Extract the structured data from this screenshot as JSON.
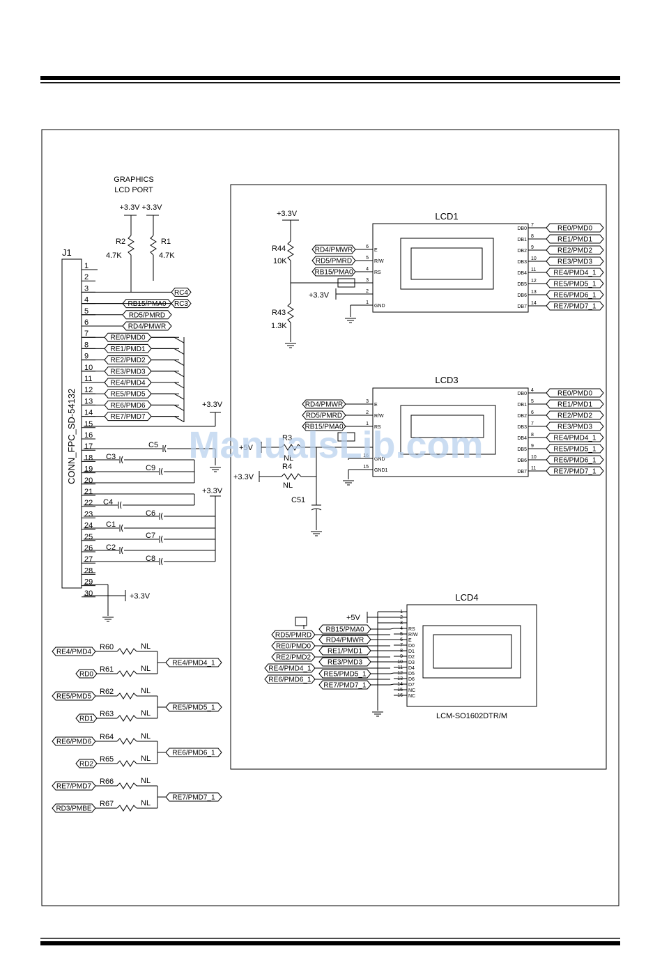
{
  "header": {
    "rule_color": "#000000"
  },
  "watermark": {
    "text": "ManualsLib.com",
    "color": "#b9d1ee"
  },
  "port": {
    "title_line1": "GRAPHICS",
    "title_line2": "LCD PORT"
  },
  "power": {
    "v33": "+3.3V",
    "v5": "+5V"
  },
  "connector": {
    "ref": "J1",
    "part": "CONN_FPC_SD-54132",
    "pins": [
      "1",
      "2",
      "3",
      "4",
      "5",
      "6",
      "7",
      "8",
      "9",
      "10",
      "11",
      "12",
      "13",
      "14",
      "15",
      "16",
      "17",
      "18",
      "19",
      "20",
      "21",
      "22",
      "23",
      "24",
      "25",
      "26",
      "27",
      "28",
      "29",
      "30"
    ]
  },
  "resistors": {
    "r2": "R2",
    "r1": "R1",
    "r2_val": "4.7K",
    "r1_val": "4.7K",
    "r44": "R44",
    "r44_val": "10K",
    "r43": "R43",
    "r43_val": "1.3K",
    "r3": "R3",
    "r3_val": "NL",
    "r4": "R4",
    "r4_val": "NL"
  },
  "capacitors": {
    "c5": "C5",
    "c3": "C3",
    "c9": "C9",
    "c4": "C4",
    "c6": "C6",
    "c1": "C1",
    "c7": "C7",
    "c2": "C2",
    "c8": "C8",
    "c51": "C51"
  },
  "j1_nets": {
    "rc4": "RC4",
    "rc3": "RC3",
    "n4": "RB15/PMA0",
    "n5": "RD5/PMRD",
    "n6": "RD4/PMWR",
    "n7": "RE0/PMD0",
    "n8": "RE1/PMD1",
    "n9": "RE2/PMD2",
    "n10": "RE3/PMD3",
    "n11": "RE4/PMD4",
    "n12": "RE5/PMD5",
    "n13": "RE6/PMD6",
    "n14": "RE7/PMD7"
  },
  "lcd1": {
    "title": "LCD1",
    "left_nets": [
      "RD4/PMWR",
      "RD5/PMRD",
      "RB15/PMA0"
    ],
    "left_pin_nums": [
      "6",
      "5",
      "4",
      "3",
      "2",
      "1"
    ],
    "left_pin_names": [
      "E",
      "R/W",
      "RS",
      "GND"
    ],
    "right_pin_nums": [
      "7",
      "8",
      "9",
      "10",
      "11",
      "12",
      "13",
      "14"
    ],
    "right_pin_names": [
      "DB0",
      "DB1",
      "DB2",
      "DB3",
      "DB4",
      "DB5",
      "DB6",
      "DB7"
    ],
    "right_nets": [
      "RE0/PMD0",
      "RE1/PMD1",
      "RE2/PMD2",
      "RE3/PMD3",
      "RE4/PMD4_1",
      "RE5/PMD5_1",
      "RE6/PMD6_1",
      "RE7/PMD7_1"
    ]
  },
  "lcd3": {
    "title": "LCD3",
    "left_nets": [
      "RD4/PMWR",
      "RD5/PMRD",
      "RB15/PMA0"
    ],
    "left_pin_nums": [
      "3",
      "2",
      "1",
      "16",
      "15"
    ],
    "left_pin_names": [
      "E",
      "R/W",
      "RS",
      "GND",
      "GND1"
    ],
    "right_pin_nums": [
      "4",
      "5",
      "6",
      "7",
      "8",
      "9",
      "10",
      "11"
    ],
    "right_pin_names": [
      "DB0",
      "DB1",
      "DB2",
      "DB3",
      "DB4",
      "DB5",
      "DB6",
      "DB7"
    ],
    "right_nets": [
      "RE0/PMD0",
      "RE1/PMD1",
      "RE2/PMD2",
      "RE3/PMD3",
      "RE4/PMD4_1",
      "RE5/PMD5_1",
      "RE6/PMD6_1",
      "RE7/PMD7_1"
    ]
  },
  "lcd4": {
    "title": "LCD4",
    "part": "LCM-SO1602DTR/M",
    "pin_nums": [
      "1",
      "2",
      "3",
      "4",
      "5",
      "6",
      "7",
      "8",
      "9",
      "10",
      "11",
      "12",
      "13",
      "14",
      "15",
      "16"
    ],
    "pin_names": [
      "RS",
      "R/W",
      "E",
      "D0",
      "D1",
      "D2",
      "D3",
      "D4",
      "D5",
      "D6",
      "D7",
      "NC",
      "NC"
    ],
    "left_nets_a": [
      "RD5/PMRD",
      "RE0/PMD0",
      "RE2/PMD2",
      "RE4/PMD4_1",
      "RE6/PMD6_1"
    ],
    "left_nets_b": [
      "RB15/PMA0",
      "RD4/PMWR",
      "RE1/PMD1",
      "RE3/PMD3",
      "RE5/PMD5_1",
      "RE7/PMD7_1"
    ]
  },
  "selectors": [
    {
      "in_a": "RE4/PMD4",
      "r_a": "R60",
      "in_b": "RD0",
      "r_b": "R61",
      "val": "NL",
      "out": "RE4/PMD4_1"
    },
    {
      "in_a": "RE5/PMD5",
      "r_a": "R62",
      "in_b": "RD1",
      "r_b": "R63",
      "val": "NL",
      "out": "RE5/PMD5_1"
    },
    {
      "in_a": "RE6/PMD6",
      "r_a": "R64",
      "in_b": "RD2",
      "r_b": "R65",
      "val": "NL",
      "out": "RE6/PMD6_1"
    },
    {
      "in_a": "RE7/PMD7",
      "r_a": "R66",
      "in_b": "RD3/PMBE",
      "r_b": "R67",
      "val": "NL",
      "out": "RE7/PMD7_1"
    }
  ]
}
